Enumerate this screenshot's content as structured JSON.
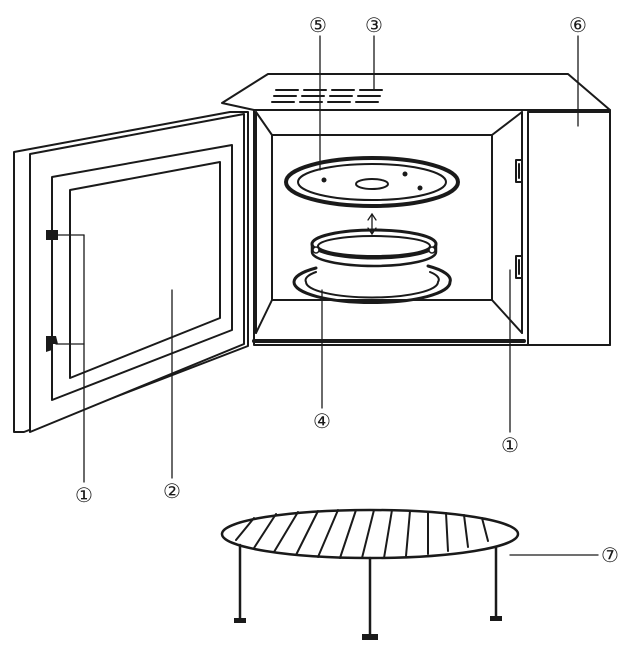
{
  "callouts": {
    "door_safety_lock_left": "①",
    "door_window": "②",
    "waveguide_cover": "③",
    "roller_ring": "④",
    "glass_tray": "⑤",
    "control_panel": "⑥",
    "door_safety_lock_right": "①",
    "grill_rack": "⑦"
  }
}
